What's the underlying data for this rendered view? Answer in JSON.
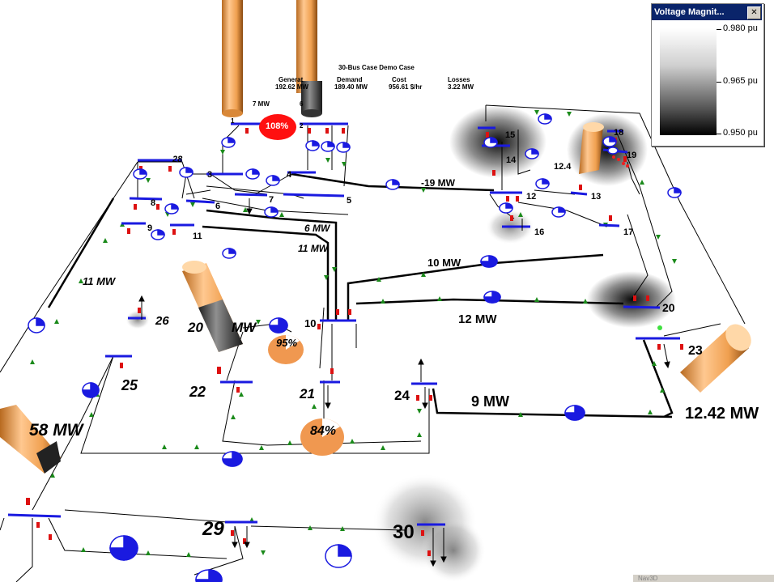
{
  "title": "30-Bus Case Demo Case",
  "summary": {
    "generation_label": "Generat",
    "generation_value": "192.62 MW",
    "demand_label": "Demand",
    "demand_value": "189.40 MW",
    "cost_label": "Cost",
    "cost_value": "956.61 $/hr",
    "losses_label": "Losses",
    "losses_value": "3.22 MW"
  },
  "legend": {
    "title": "Voltage Magnit...",
    "close_glyph": "✕",
    "ticks": [
      "0.980 pu",
      "0.965 pu",
      "0.950 pu"
    ]
  },
  "buses": [
    {
      "id": "bus-1",
      "label": "1"
    },
    {
      "id": "bus-2",
      "label": "2"
    },
    {
      "id": "bus-3",
      "label": "3"
    },
    {
      "id": "bus-4",
      "label": "4"
    },
    {
      "id": "bus-5",
      "label": "5"
    },
    {
      "id": "bus-6",
      "label": "6"
    },
    {
      "id": "bus-7",
      "label": "7"
    },
    {
      "id": "bus-8",
      "label": "8"
    },
    {
      "id": "bus-9",
      "label": "9"
    },
    {
      "id": "bus-11",
      "label": "11"
    },
    {
      "id": "bus-12",
      "label": "12"
    },
    {
      "id": "bus-13",
      "label": "13"
    },
    {
      "id": "bus-14",
      "label": "14"
    },
    {
      "id": "bus-15",
      "label": "15"
    },
    {
      "id": "bus-16",
      "label": "16"
    },
    {
      "id": "bus-17",
      "label": "17"
    },
    {
      "id": "bus-18",
      "label": "18"
    },
    {
      "id": "bus-19",
      "label": "19"
    },
    {
      "id": "bus-20",
      "label": "20"
    },
    {
      "id": "bus-10",
      "label": "10"
    },
    {
      "id": "bus-21",
      "label": "21"
    },
    {
      "id": "bus-22",
      "label": "22"
    },
    {
      "id": "bus-23",
      "label": "23"
    },
    {
      "id": "bus-24",
      "label": "24"
    },
    {
      "id": "bus-25",
      "label": "25"
    },
    {
      "id": "bus-26",
      "label": "26"
    },
    {
      "id": "bus-28",
      "label": "28"
    },
    {
      "id": "bus-29",
      "label": "29"
    },
    {
      "id": "bus-30",
      "label": "30"
    }
  ],
  "flows": {
    "f_minus19": "-19 MW",
    "f_6a": "6 MW",
    "f_11a": "11 MW",
    "f_10": "10 MW",
    "f_12": "12 MW",
    "f_11left": "11 MW",
    "f_20": "20",
    "f_mw": "MW",
    "f_9": "9 MW",
    "f_1242": "12.42 MW",
    "f_58": "58 MW",
    "f_124": "12.4",
    "f_7mw": "7 MW",
    "f_6": "6"
  },
  "loadings": {
    "line_1_2": "108%",
    "trafo_10_22": "95%",
    "line_21_25": "84%"
  },
  "status_text": "Nav3D"
}
